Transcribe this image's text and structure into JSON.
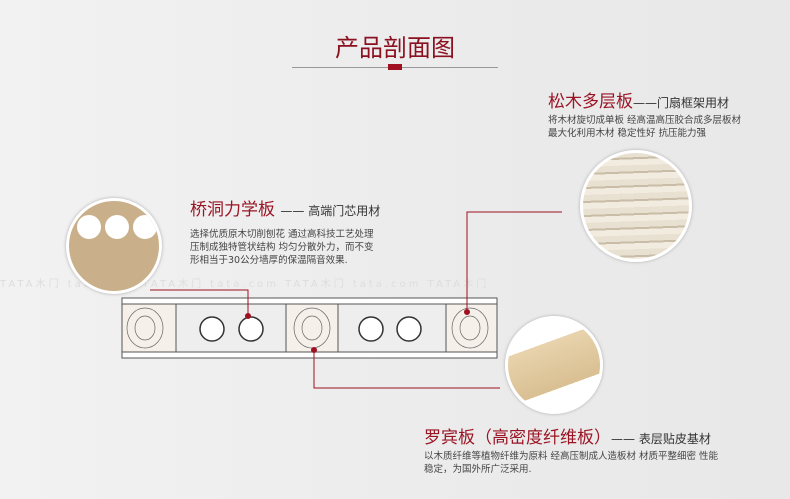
{
  "title": "产品剖面图",
  "watermark": "TATA木门  tata.com  TATA木门  tata.com  TATA木门  tata.com  TATA木门",
  "pine": {
    "name": "松木多层板",
    "sub": "——门扇框架用材",
    "desc1": "将木材旋切成单板 经高温高压胶合成多层板材",
    "desc2": "最大化利用木材 稳定性好 抗压能力强"
  },
  "bridge": {
    "name": "桥洞力学板",
    "sub": "—— 高端门芯用材",
    "desc1": "选择优质原木切削刨花 通过高科技工艺处理",
    "desc2": "压制成独特管状结构 均匀分散外力，而不变",
    "desc3": "形相当于30公分墙厚的保温隔音效果."
  },
  "mdf": {
    "name": "罗宾板（高密度纤维板）",
    "sub": "—— 表层贴皮基材",
    "desc1": "以木质纤维等植物纤维为原料 经高压制成人造板材 材质平整细密 性能",
    "desc2": "稳定，为国外所广泛采用."
  },
  "colors": {
    "accent": "#9b1424"
  }
}
